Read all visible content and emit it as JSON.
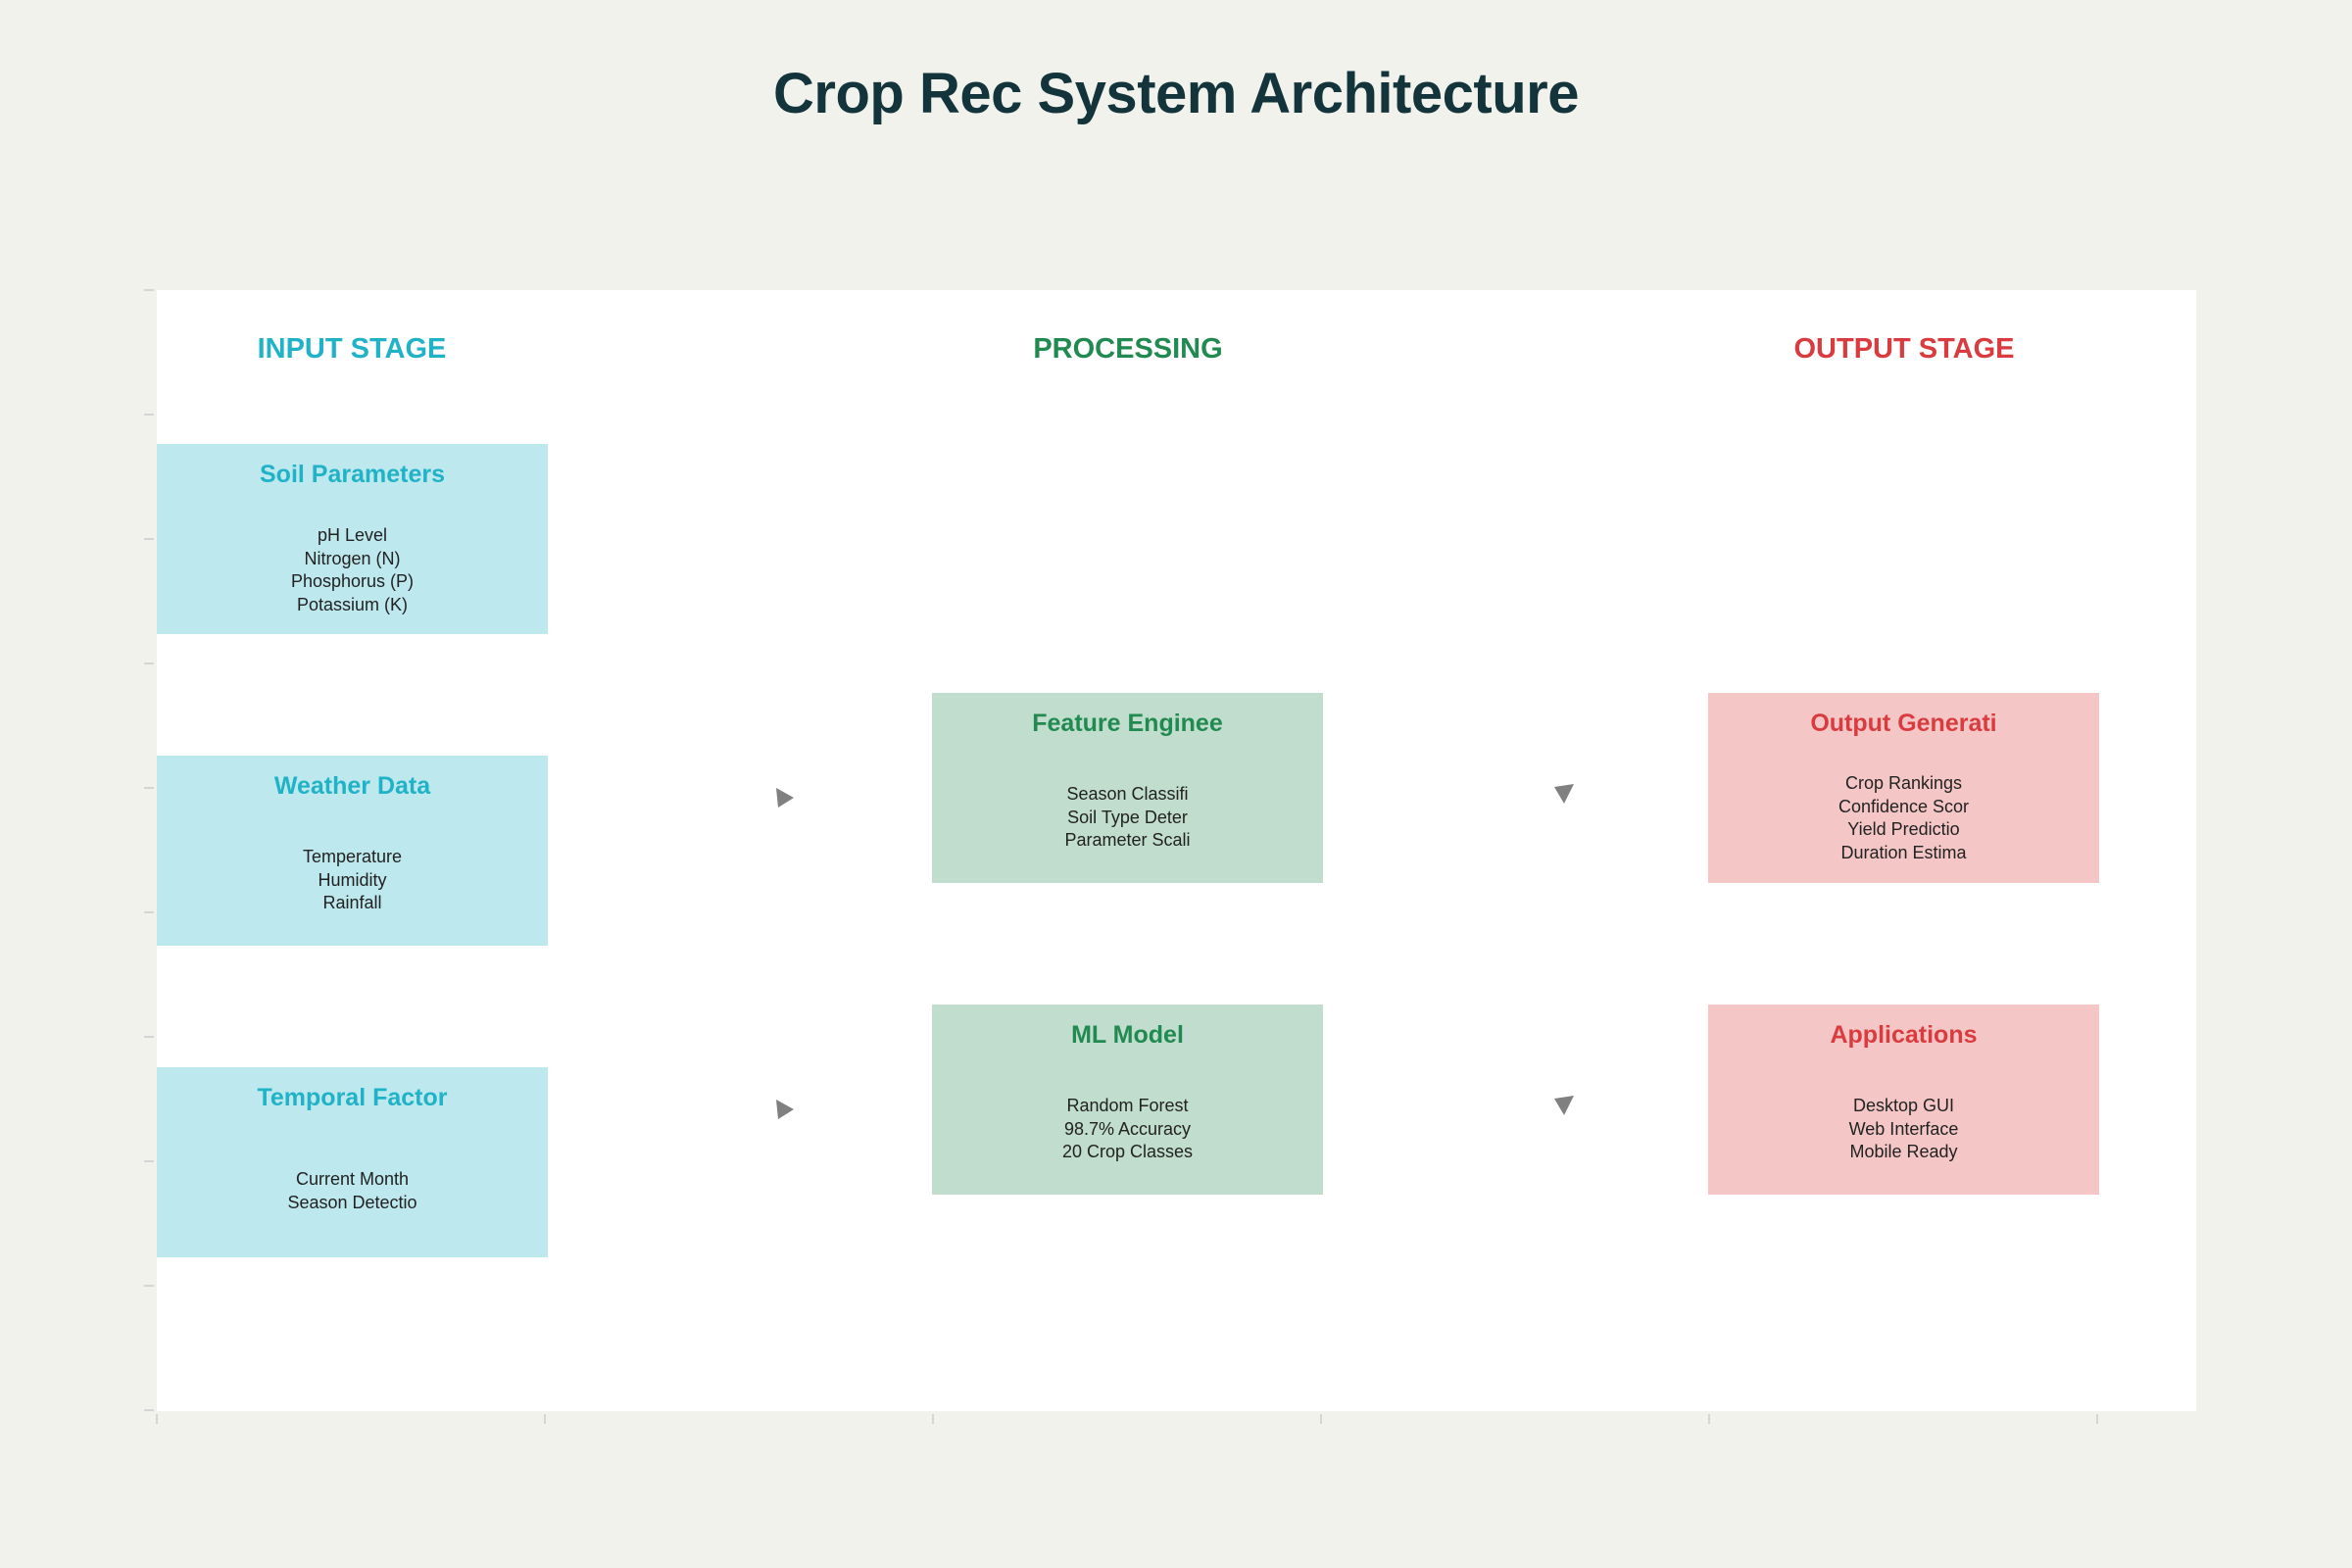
{
  "title": "Crop Rec System Architecture",
  "stages": {
    "input": {
      "label": "INPUT STAGE",
      "color": "#20b2c7"
    },
    "processing": {
      "label": "PROCESSING",
      "color": "#218a50"
    },
    "output": {
      "label": "OUTPUT STAGE",
      "color": "#d93b3f"
    }
  },
  "boxes": {
    "soil": {
      "title": "Soil Parameters",
      "lines": [
        "pH Level",
        "Nitrogen (N)",
        "Phosphorus (P)",
        "Potassium (K)"
      ]
    },
    "weather": {
      "title": "Weather Data",
      "lines": [
        "Temperature",
        "Humidity",
        "Rainfall"
      ]
    },
    "temporal": {
      "title": "Temporal Factor",
      "lines": [
        "Current Month",
        "Season Detectio"
      ]
    },
    "feature": {
      "title": "Feature Enginee",
      "lines": [
        "Season Classifi",
        "Soil Type Deter",
        "Parameter Scali"
      ]
    },
    "ml": {
      "title": "ML Model",
      "lines": [
        "Random Forest",
        "98.7% Accuracy",
        "20 Crop Classes"
      ]
    },
    "output_gen": {
      "title": "Output Generati",
      "lines": [
        "Crop Rankings",
        "Confidence Scor",
        "Yield Predictio",
        "Duration Estima"
      ]
    },
    "applications": {
      "title": "Applications",
      "lines": [
        "Desktop GUI",
        "Web Interface",
        "Mobile Ready"
      ]
    }
  },
  "colors": {
    "background": "#f2f2ed",
    "input_fill": "#bde8ee",
    "processing_fill": "#c1ddcd",
    "output_fill": "#f4c7c6",
    "arrow": "#808080"
  }
}
